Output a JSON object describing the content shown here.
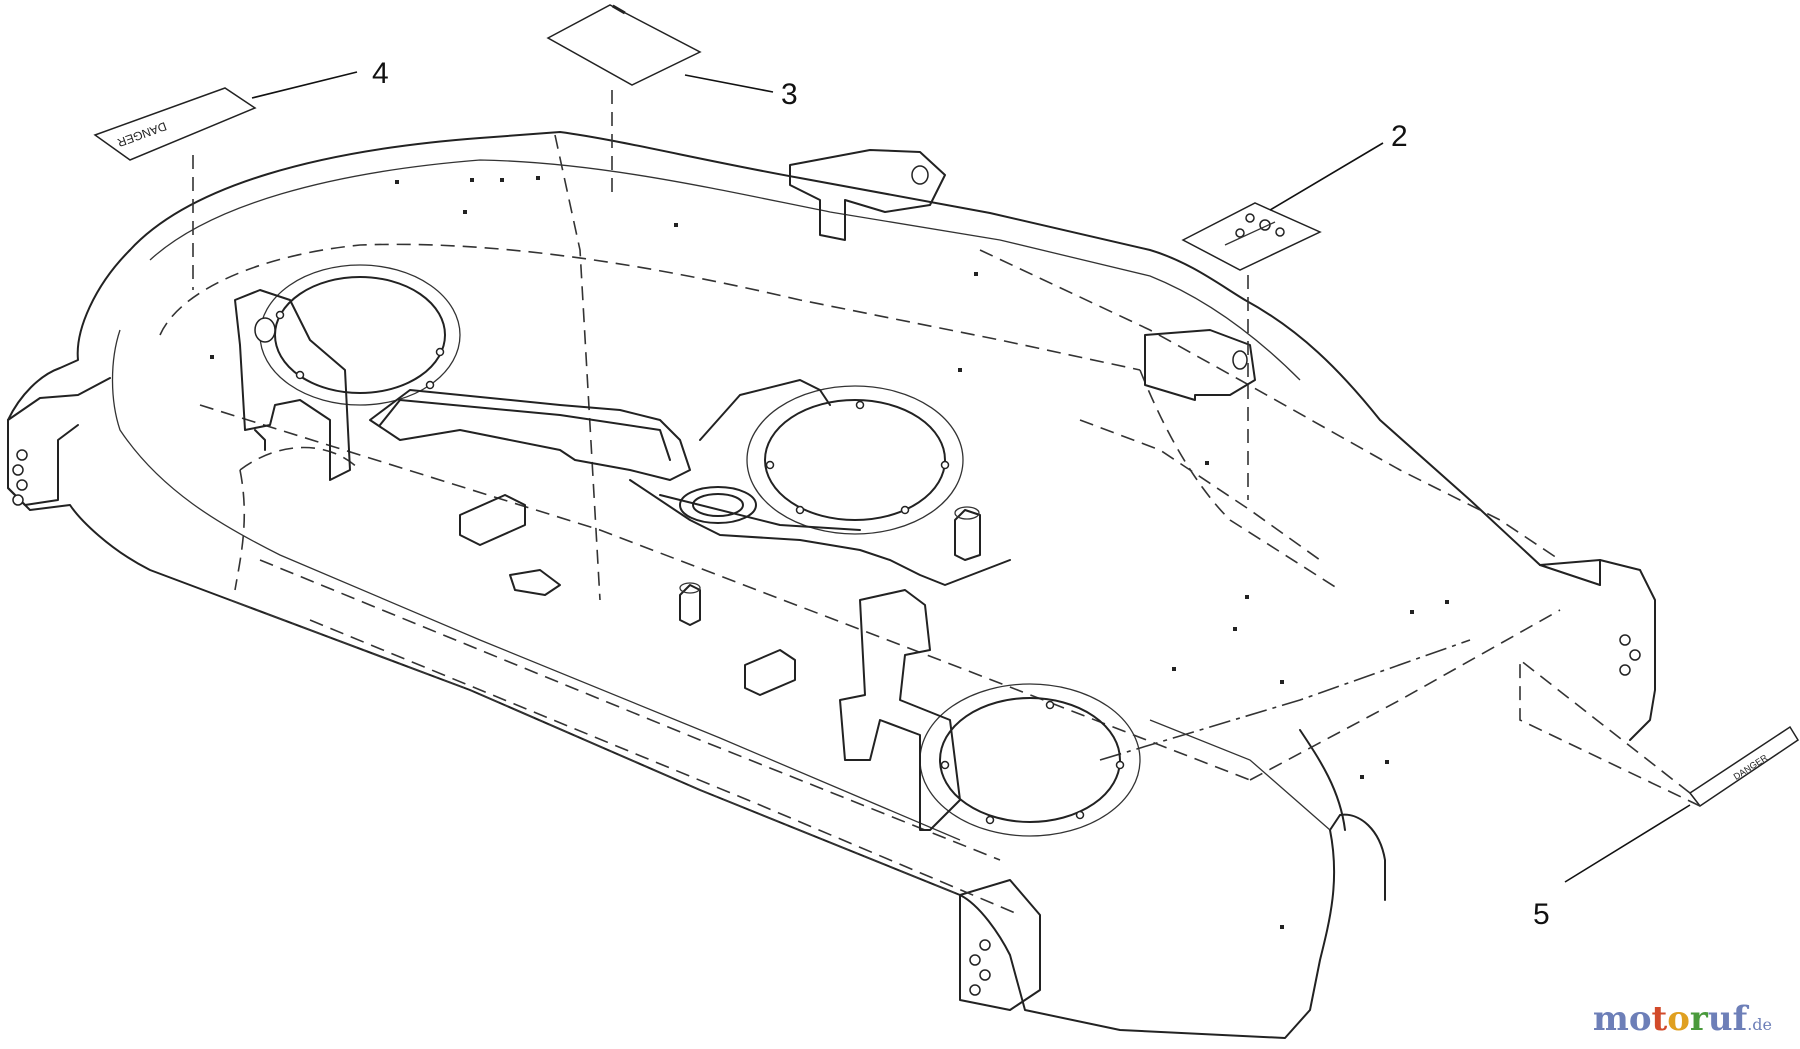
{
  "diagram": {
    "callouts": [
      {
        "id": "4",
        "label": "4"
      },
      {
        "id": "3",
        "label": "3"
      },
      {
        "id": "2",
        "label": "2"
      },
      {
        "id": "5",
        "label": "5"
      }
    ],
    "decals": {
      "decal_4_text": "DANGER",
      "decal_5_text": "DANGER"
    }
  },
  "watermark": {
    "parts": [
      "mo",
      "t",
      "o",
      "r",
      "uf"
    ],
    "domain": ".de"
  }
}
